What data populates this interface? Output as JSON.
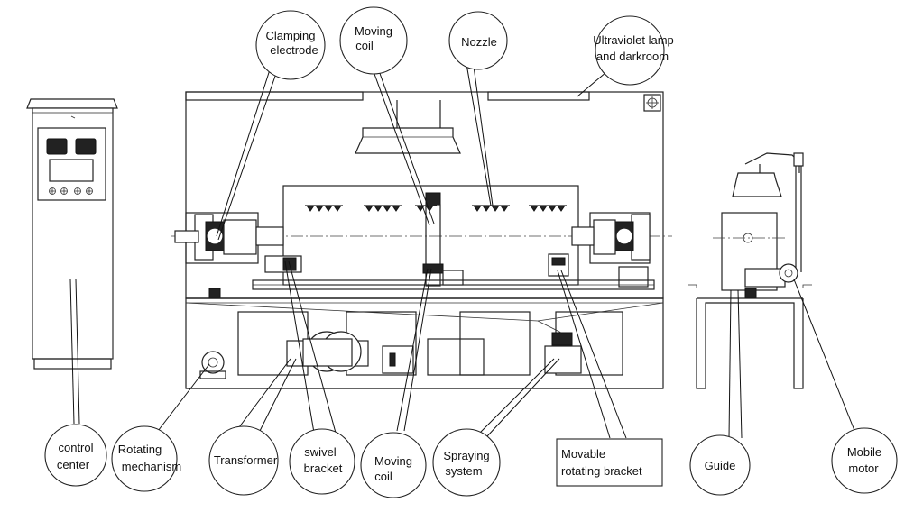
{
  "labels": {
    "clamping_electrode": [
      "Clamping",
      "electrode"
    ],
    "moving_coil_top": [
      "Moving",
      "coil"
    ],
    "nozzle": [
      "Nozzle"
    ],
    "uv_lamp": [
      "Ultraviolet lamp",
      "and darkroom"
    ],
    "control_center": [
      "control",
      "center"
    ],
    "rotating_mechanism": [
      "Rotating",
      "mechanism"
    ],
    "transformer": [
      "Transformer"
    ],
    "swivel_bracket": [
      "swivel",
      "bracket"
    ],
    "moving_coil_bottom": [
      "Moving",
      "coil"
    ],
    "spraying_system": [
      "Spraying",
      "system"
    ],
    "movable_rotating_bracket": [
      "Movable",
      "rotating bracket"
    ],
    "guide": [
      "Guide"
    ],
    "mobile_motor": [
      "Mobile",
      "motor"
    ]
  }
}
